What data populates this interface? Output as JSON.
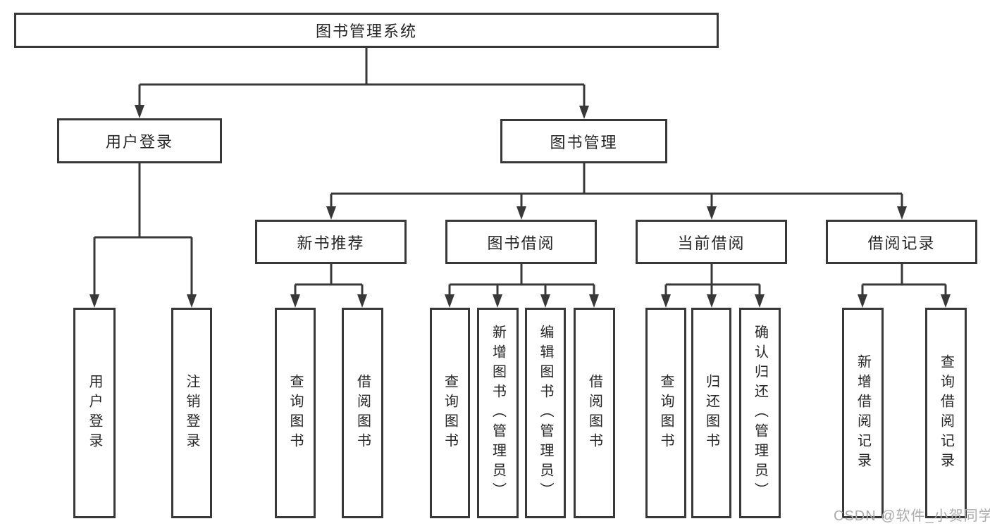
{
  "diagram_title": "图书管理系统",
  "nodes": {
    "root": "图书管理系统",
    "user_login": "用户登录",
    "book_management": "图书管理",
    "new_book_recommend": "新书推荐",
    "book_borrowing": "图书借阅",
    "current_borrowing": "当前借阅",
    "borrowing_records": "借阅记录",
    "leaf_user_login": "用户登录",
    "leaf_logout": "注销登录",
    "leaf_query_books_recommend": "查询图书",
    "leaf_borrow_books_recommend": "借阅图书",
    "leaf_query_books_borrowing": "查询图书",
    "leaf_add_books_admin": "新增图书（管理员）",
    "leaf_edit_books_admin": "编辑图书（管理员）",
    "leaf_borrow_books_borrowing": "借阅图书",
    "leaf_query_books_current": "查询图书",
    "leaf_return_books": "归还图书",
    "leaf_confirm_return_admin": "确认归还（管理员）",
    "leaf_add_borrow_record": "新增借阅记录",
    "leaf_query_borrow_record": "查询借阅记录"
  },
  "edges": [
    {
      "from": "root",
      "to": [
        "user_login",
        "book_management"
      ]
    },
    {
      "from": "user_login",
      "to": [
        "leaf_user_login",
        "leaf_logout"
      ]
    },
    {
      "from": "book_management",
      "to": [
        "new_book_recommend",
        "book_borrowing",
        "current_borrowing",
        "borrowing_records"
      ]
    },
    {
      "from": "new_book_recommend",
      "to": [
        "leaf_query_books_recommend",
        "leaf_borrow_books_recommend"
      ]
    },
    {
      "from": "book_borrowing",
      "to": [
        "leaf_query_books_borrowing",
        "leaf_add_books_admin",
        "leaf_edit_books_admin",
        "leaf_borrow_books_borrowing"
      ]
    },
    {
      "from": "current_borrowing",
      "to": [
        "leaf_query_books_current",
        "leaf_return_books",
        "leaf_confirm_return_admin"
      ]
    },
    {
      "from": "borrowing_records",
      "to": [
        "leaf_add_borrow_record",
        "leaf_query_borrow_record"
      ]
    }
  ],
  "watermark": "CSDN @软件_小贺同学",
  "colors": {
    "line": "#383838",
    "box_border": "#383838",
    "text": "#262626",
    "watermark": "#ababab",
    "background": "#ffffff"
  }
}
